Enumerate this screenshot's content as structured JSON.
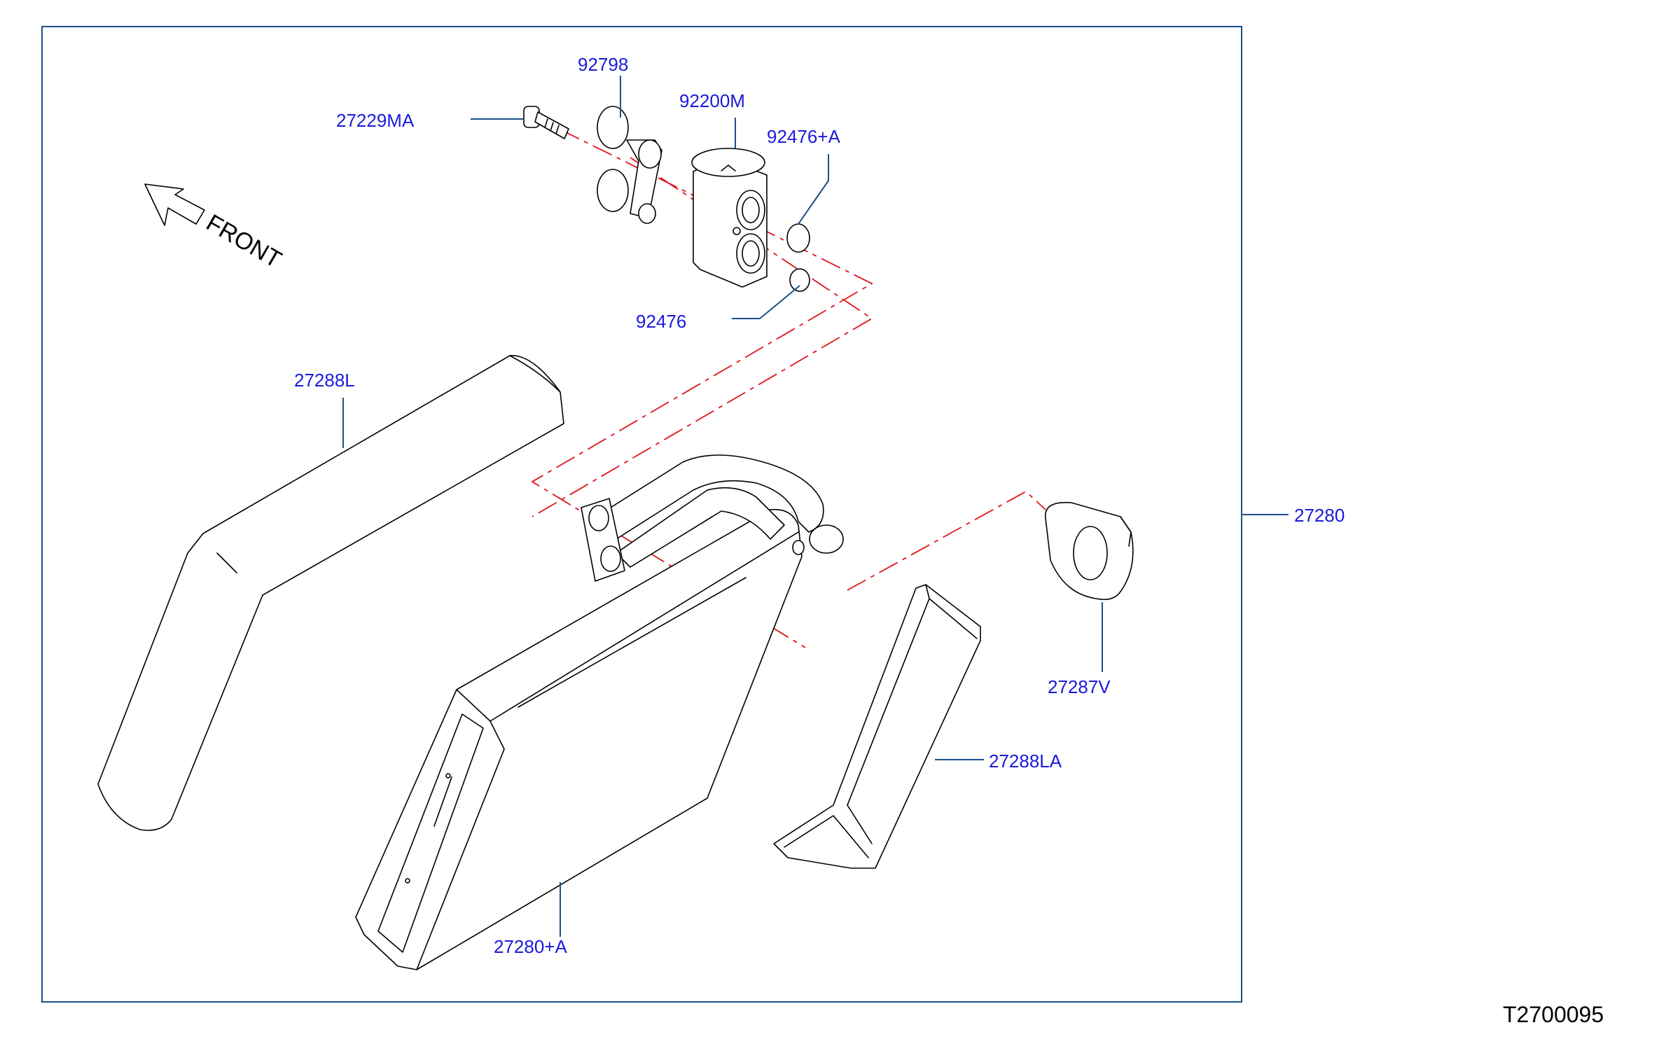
{
  "drawing_id": "T2700095",
  "front_label": "FRONT",
  "colors": {
    "label": "#1a1adc",
    "leader": "#1b4f8a",
    "centerline": "#e0141c",
    "line": "#000000"
  },
  "parts": [
    {
      "id": "p1",
      "label": "92798"
    },
    {
      "id": "p2",
      "label": "92200M"
    },
    {
      "id": "p3",
      "label": "27229MA"
    },
    {
      "id": "p4",
      "label": "92476+A"
    },
    {
      "id": "p5",
      "label": "92476"
    },
    {
      "id": "p6",
      "label": "27288L"
    },
    {
      "id": "p7",
      "label": "27280"
    },
    {
      "id": "p8",
      "label": "27287V"
    },
    {
      "id": "p9",
      "label": "27288LA"
    },
    {
      "id": "p10",
      "label": "27280+A"
    }
  ]
}
